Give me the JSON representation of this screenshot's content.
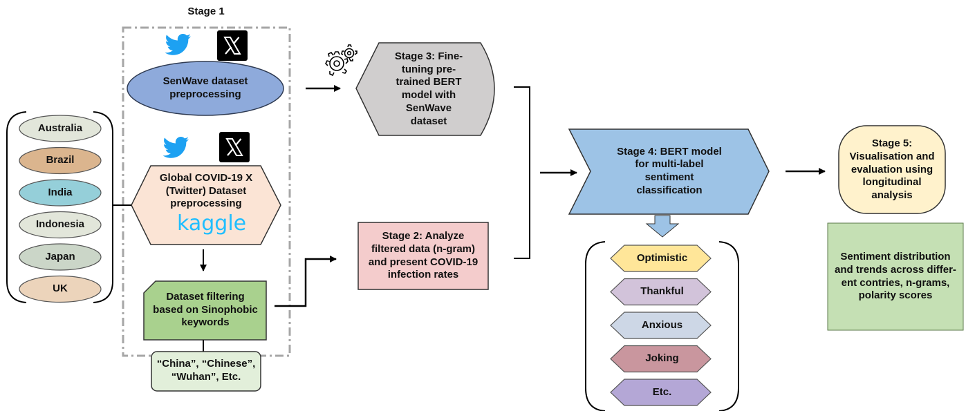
{
  "stage1": {
    "title": "Stage 1"
  },
  "senwave": {
    "label": "SenWave dataset\npreprocessing"
  },
  "global_dataset": {
    "label": "Global COVID-19 X\n(Twitter) Dataset\npreprocessing",
    "kaggle_logo_text": "kaggle"
  },
  "filtering": {
    "label": "Dataset filtering\nbased on Sinophobic\nkeywords"
  },
  "keywords": {
    "label": "“China”, “Chinese”,\n“Wuhan”, Etc."
  },
  "countries": [
    "Australia",
    "Brazil",
    "India",
    "Indonesia",
    "Japan",
    "UK"
  ],
  "country_colors": [
    "#e2e6da",
    "#dbb58e",
    "#95cfd9",
    "#e2e6da",
    "#cbd6c8",
    "#ecd4bb"
  ],
  "stage3": {
    "label": "Stage 3: Fine-\ntuning pre-\ntrained BERT\nmodel with\nSenWave\ndataset"
  },
  "stage2": {
    "label": "Stage 2: Analyze\nfiltered data (n-gram)\nand present COVID-19\ninfection rates"
  },
  "stage4": {
    "label": "Stage 4: BERT model\nfor multi-label\nsentiment\nclassification"
  },
  "sentiments": [
    "Optimistic",
    "Thankful",
    "Anxious",
    "Joking",
    "Etc."
  ],
  "sentiment_colors": [
    "#ffe699",
    "#d2c3da",
    "#cdd7e6",
    "#c9969e",
    "#b4a7d6"
  ],
  "stage5": {
    "label": "Stage 5:\nVisualisation and\nevaluation using\nlongitudinal\nanalysis"
  },
  "results": {
    "label": "Sentiment distribution\nand trends across differ-\nent contries, n-grams,\npolarity scores"
  },
  "icons": {
    "twitter": "twitter-bird-icon",
    "x": "x-logo-icon",
    "gear": "gears-icon"
  },
  "colors": {
    "senwave_fill": "#8eaadb",
    "global_fill": "#fbe4d5",
    "filtering_fill": "#a9d18e",
    "keywords_fill": "#e2efda",
    "stage3_fill": "#d0cece",
    "stage2_fill": "#f4cccc",
    "stage4_fill": "#9dc3e6",
    "stage5_fill": "#fff2cc",
    "results_fill": "#c5e0b4",
    "twitter_blue": "#1da1f2"
  }
}
